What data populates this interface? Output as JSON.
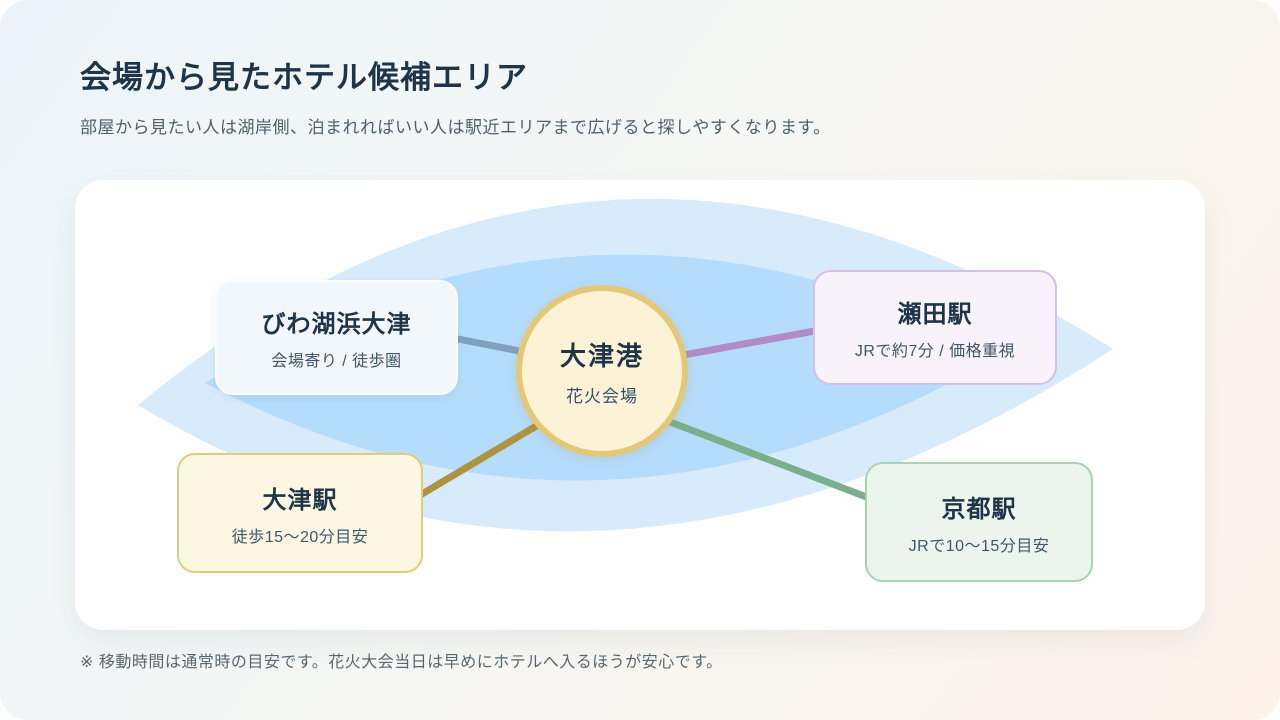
{
  "slide": {
    "title": "会場から見たホテル候補エリア",
    "subtitle": "部屋から見たい人は湖岸側、泊まれればいい人は駅近エリアまで広げると探しやすくなります。",
    "footnote": "※ 移動時間は通常時の目安です。花火大会当日は早めにホテルへ入るほうが安心です。",
    "colors": {
      "background_top_left": "#ECF4F9",
      "background_bottom_right": "#FDF3EA",
      "card_background": "#FFFFFF",
      "heading_text": "#1E3448",
      "body_text": "#4E616D"
    }
  },
  "diagram": {
    "lake": {
      "outer_color": "#D7EBFD",
      "inner_color": "#B5DCFB"
    },
    "center": {
      "title": "大津港",
      "subtitle": "花火会場",
      "fill": "#FCF3D7",
      "border": "#E3C878"
    },
    "nodes": [
      {
        "title": "びわ湖浜大津",
        "subtitle": "会場寄り / 徒歩圏",
        "background": "#F2F7FC",
        "border": "#FAFCFE",
        "line": "#7FA1BE"
      },
      {
        "title": "瀬田駅",
        "subtitle": "JRで約7分 / 価格重視",
        "background": "#F8F3FB",
        "border": "#D7BFE6",
        "line": "#AF8CC8"
      },
      {
        "title": "大津駅",
        "subtitle": "徒歩15〜20分目安",
        "background": "#FCF7E2",
        "border": "#E2CB7B",
        "line": "#AE9440"
      },
      {
        "title": "京都駅",
        "subtitle": "JRで10〜15分目安",
        "background": "#EBF5EE",
        "border": "#A8D2B3",
        "line": "#7BAF8C"
      }
    ]
  }
}
